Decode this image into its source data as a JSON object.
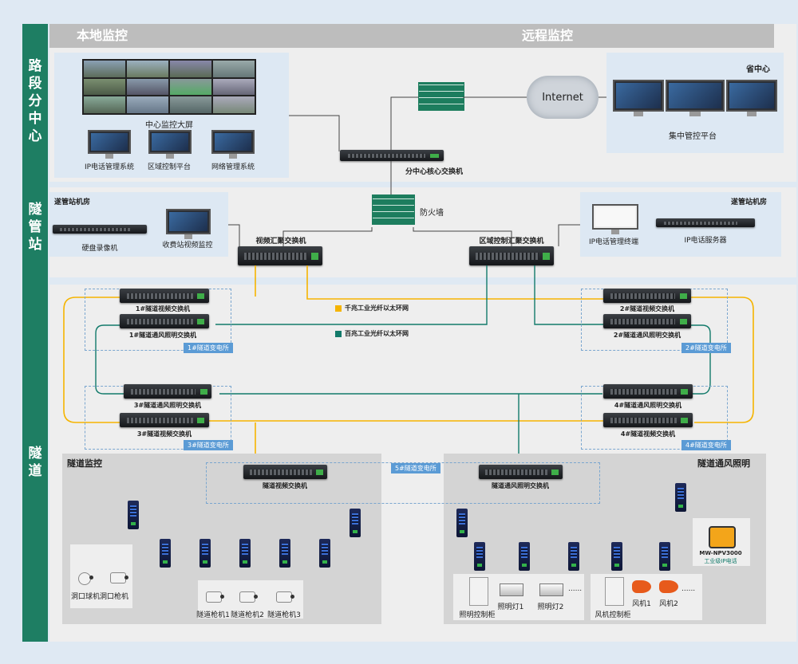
{
  "sections": {
    "side_road": "路段分中心",
    "side_tunnel_station": "隧管站",
    "side_tunnel": "隧道",
    "local_monitor": "本地监控",
    "remote_monitor": "远程监控"
  },
  "local": {
    "big_screen": "中心监控大屏",
    "ip_phone_sys": "IP电话管理系统",
    "region_ctrl": "区域控制平台",
    "net_mgmt": "网络管理系统",
    "core_switch": "分中心核心交换机"
  },
  "remote": {
    "province": "省中心",
    "internet": "Internet",
    "platform": "集中管控平台"
  },
  "station": {
    "room_left": "遂管站机房",
    "room_right": "遂管站机房",
    "hdd_recorder": "硬盘录像机",
    "toll_monitor": "收费站视频监控",
    "firewall": "防火墙",
    "video_agg": "视频汇聚交换机",
    "region_agg": "区域控制汇聚交换机",
    "ip_terminal": "IP电话管理终端",
    "ip_server": "IP电话服务器"
  },
  "tunnel": {
    "sw1_video": "1#隧道视频交换机",
    "sw1_vent": "1#隧道通风照明交换机",
    "sub1": "1#隧道变电所",
    "sw2_video": "2#隧道视频交换机",
    "sw2_vent": "2#隧道通风照明交换机",
    "sub2": "2#隧道变电所",
    "sw3_vent": "3#隧道通风照明交换机",
    "sw3_video": "3#隧道视频交换机",
    "sub3": "3#隧道变电所",
    "sw4_vent": "4#隧道通风照明交换机",
    "sw4_video": "4#隧道视频交换机",
    "sub4": "4#隧道变电所",
    "sub5": "5#隧道变电所",
    "legend_gig": "千兆工业光纤以太环网",
    "legend_100": "百兆工业光纤以太环网",
    "monitor_title": "隧道监控",
    "vent_title": "隧道通风照明",
    "video_sw": "隧道视频交换机",
    "vent_sw": "隧道通风照明交换机",
    "dome": "洞口球机",
    "gun": "洞口枪机",
    "cam1": "隧道枪机1",
    "cam2": "隧道枪机2",
    "cam3": "隧道枪机3",
    "light_cab": "照明控制柜",
    "light1": "照明灯1",
    "light2": "照明灯2",
    "fan_cab": "风机控制柜",
    "fan1": "风机1",
    "fan2": "风机2",
    "dots": "......",
    "phone_model": "MW-NPV3000",
    "phone_desc": "工业级IP电话"
  },
  "colors": {
    "green": "#1e7e63",
    "gig_line": "#f5b400",
    "line_100": "#127a6a",
    "tag": "#5b9bd5"
  }
}
